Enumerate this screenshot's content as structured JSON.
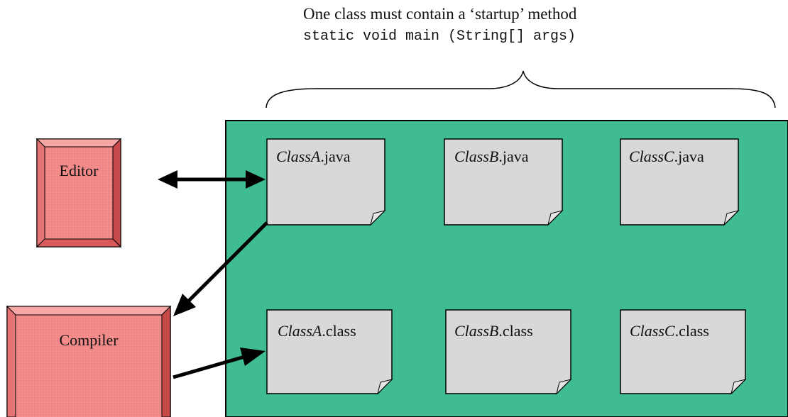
{
  "caption": {
    "title": "One class must contain a ‘startup’ method",
    "code": "static void main (String[] args)"
  },
  "tools": {
    "editor": "Editor",
    "compiler": "Compiler"
  },
  "files": {
    "source": [
      {
        "name": "ClassA",
        "ext": ".java"
      },
      {
        "name": "ClassB",
        "ext": ".java"
      },
      {
        "name": "ClassC",
        "ext": ".java"
      }
    ],
    "compiled": [
      {
        "name": "ClassA",
        "ext": ".class"
      },
      {
        "name": "ClassB",
        "ext": ".class"
      },
      {
        "name": "ClassC",
        "ext": ".class"
      }
    ]
  },
  "colors": {
    "project_area": "#40BC95",
    "tool_face": "#F28A8A",
    "tool_bevel": "#D95A5A",
    "file_fill": "#D8D8D8",
    "arrow": "#000000"
  }
}
